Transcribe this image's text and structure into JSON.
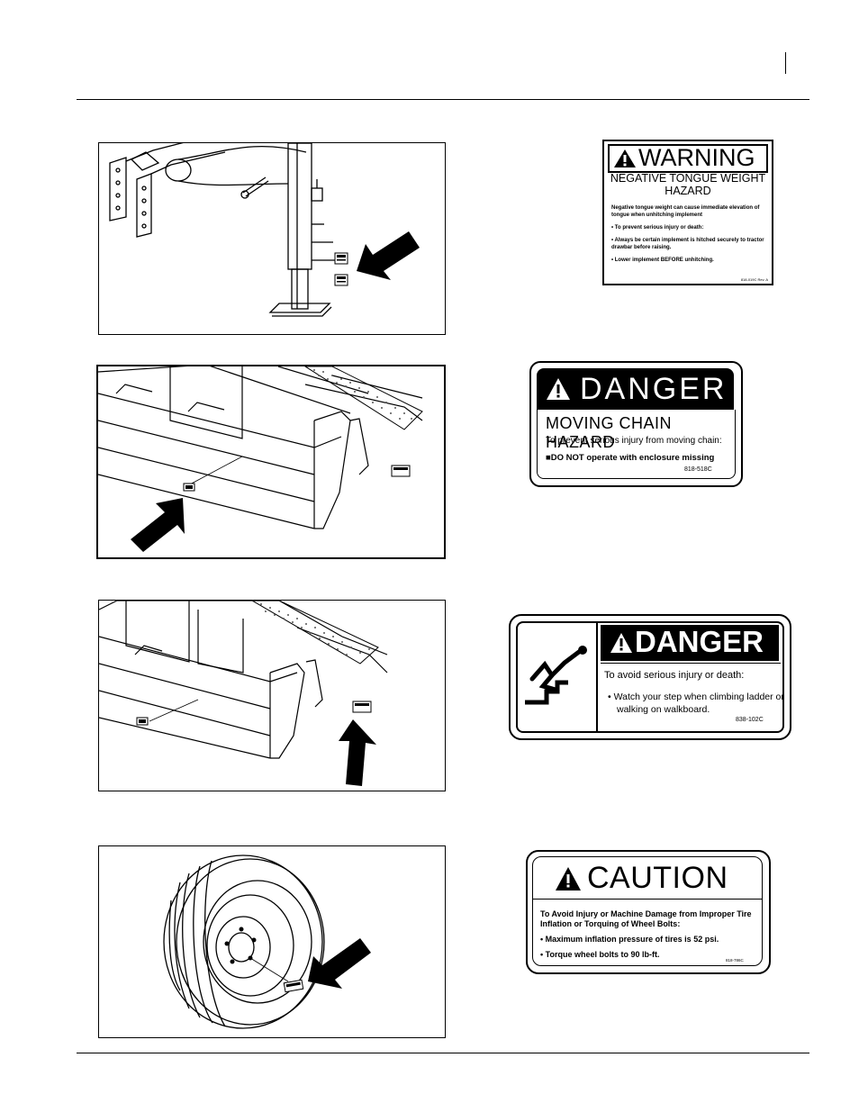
{
  "warning_decal": {
    "signal_word": "WARNING",
    "hazard_title_1": "NEGATIVE TONGUE WEIGHT",
    "hazard_title_2": "HAZARD",
    "description": "Negative tongue weight can cause immediate elevation of tongue when unhitching implement",
    "intro": "• To prevent serious injury or death:",
    "bullet_1": "• Always be certain implement is hitched securely to tractor drawbar before raising.",
    "bullet_2": "• Lower implement BEFORE unhitching.",
    "part_no": "818-019C Rev. A"
  },
  "danger_chain_decal": {
    "signal_word": "DANGER",
    "hazard_title": "MOVING CHAIN HAZARD",
    "intro": "To prevent serious injury from moving chain:",
    "bullet_1": "■DO NOT operate with enclosure missing",
    "part_no": "818-518C"
  },
  "danger_ladder_decal": {
    "signal_word": "DANGER",
    "intro": "To avoid serious injury or death:",
    "bullet_1": "• Watch your step when climbing ladder or",
    "bullet_1b": "walking on walkboard.",
    "part_no": "838-102C"
  },
  "caution_decal": {
    "signal_word": "CAUTION",
    "intro": "To Avoid Injury or Machine Damage from Improper Tire Inflation or Torquing of Wheel Bolts:",
    "bullet_1": "• Maximum inflation pressure of tires is 52 psi.",
    "bullet_2": "• Torque wheel bolts to 90 lb-ft.",
    "part_no": "818-786C"
  }
}
